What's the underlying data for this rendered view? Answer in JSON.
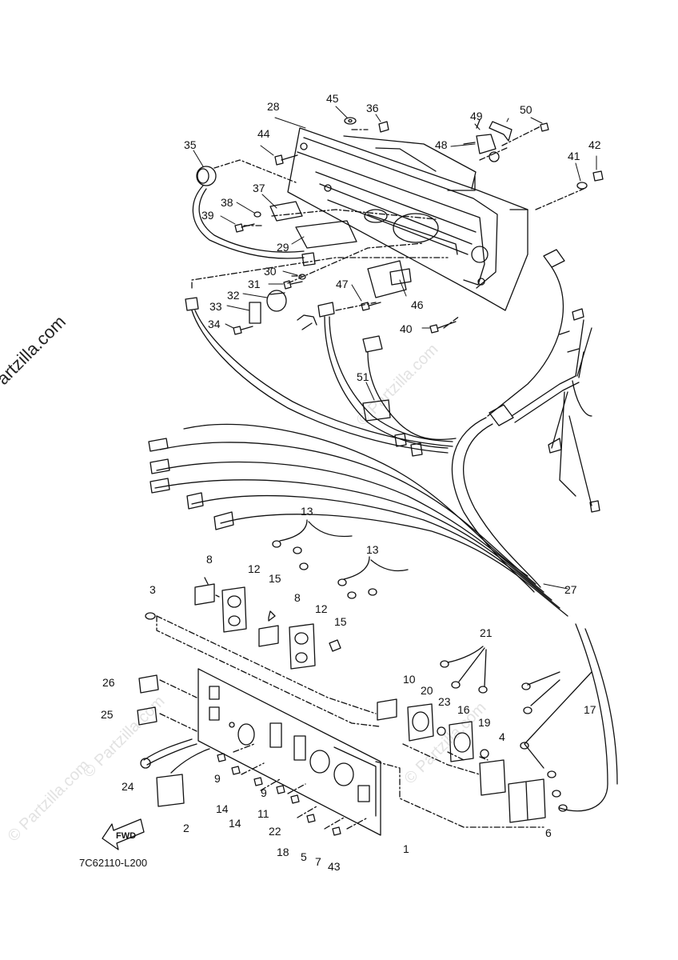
{
  "watermarks": {
    "main": "© Partzilla.com",
    "faint_1": "© Partzilla.com",
    "faint_2": "© Partzilla.com",
    "faint_3": "© Partzilla.com",
    "faint_4": "© Partzilla.com"
  },
  "part_number": "7C62110-L200",
  "direction_label": "FWD",
  "callouts": {
    "c1": "1",
    "c2": "2",
    "c3": "3",
    "c4": "4",
    "c5": "5",
    "c6": "6",
    "c7": "7",
    "c8a": "8",
    "c8b": "8",
    "c9a": "9",
    "c9b": "9",
    "c10": "10",
    "c11": "11",
    "c12a": "12",
    "c12b": "12",
    "c13a": "13",
    "c13b": "13",
    "c14a": "14",
    "c14b": "14",
    "c15a": "15",
    "c15b": "15",
    "c16": "16",
    "c17": "17",
    "c18": "18",
    "c19": "19",
    "c20": "20",
    "c21": "21",
    "c22": "22",
    "c23": "23",
    "c24": "24",
    "c25": "25",
    "c26": "26",
    "c27": "27",
    "c28": "28",
    "c29": "29",
    "c30": "30",
    "c31": "31",
    "c32": "32",
    "c33": "33",
    "c34": "34",
    "c35": "35",
    "c36": "36",
    "c37": "37",
    "c38": "38",
    "c39": "39",
    "c40": "40",
    "c41": "41",
    "c42": "42",
    "c43": "43",
    "c44": "44",
    "c45": "45",
    "c46": "46",
    "c47": "47",
    "c48": "48",
    "c49": "49",
    "c50": "50",
    "c51": "51"
  }
}
